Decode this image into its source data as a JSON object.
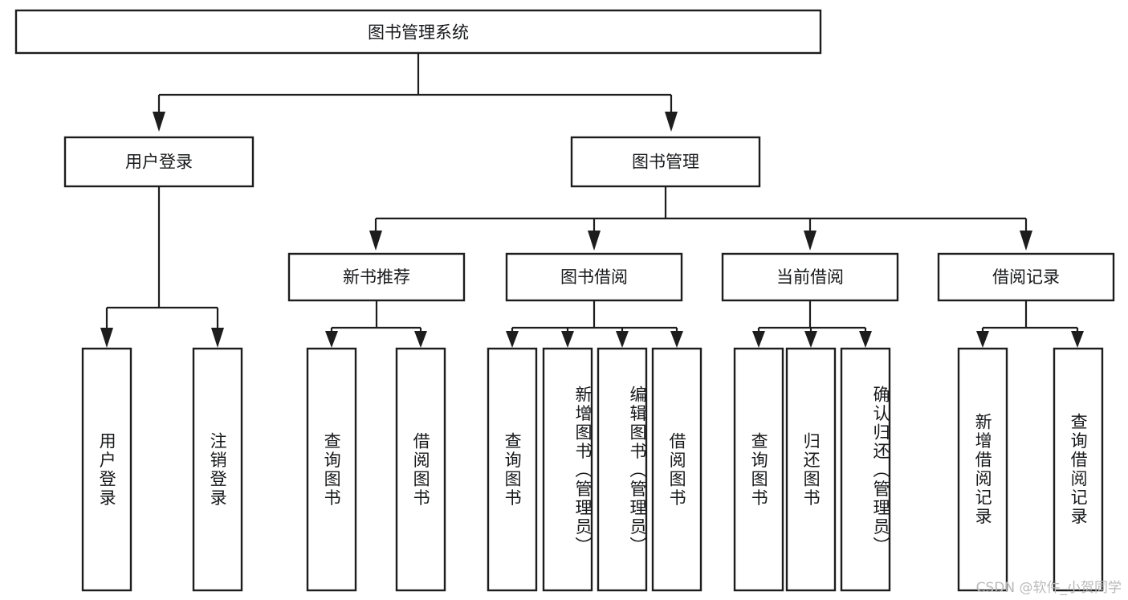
{
  "diagram": {
    "type": "tree",
    "title": "图书管理系统",
    "root": {
      "label": "图书管理系统"
    },
    "level2": [
      {
        "label": "用户登录"
      },
      {
        "label": "图书管理"
      }
    ],
    "level3": [
      {
        "label": "新书推荐"
      },
      {
        "label": "图书借阅"
      },
      {
        "label": "当前借阅"
      },
      {
        "label": "借阅记录"
      }
    ],
    "leaves": {
      "user_login": [
        {
          "label": "用户登录"
        },
        {
          "label": "注销登录"
        }
      ],
      "new_book_recommend": [
        {
          "label": "查询图书"
        },
        {
          "label": "借阅图书"
        }
      ],
      "book_borrow": [
        {
          "label": "查询图书"
        },
        {
          "label": "新增图书（管理员）"
        },
        {
          "label": "编辑图书（管理员）"
        },
        {
          "label": "借阅图书"
        }
      ],
      "current_borrow": [
        {
          "label": "查询图书"
        },
        {
          "label": "归还图书"
        },
        {
          "label": "确认归还（管理员）"
        }
      ],
      "borrow_record": [
        {
          "label": "新增借阅记录"
        },
        {
          "label": "查询借阅记录"
        }
      ]
    }
  },
  "watermark": {
    "text": "CSDN @软件_小贺同学"
  },
  "colors": {
    "stroke": "#1d1d1d",
    "box_fill": "#ffffff",
    "text": "#17181a",
    "watermark": "#b9b9b9",
    "background": "#ffffff"
  }
}
